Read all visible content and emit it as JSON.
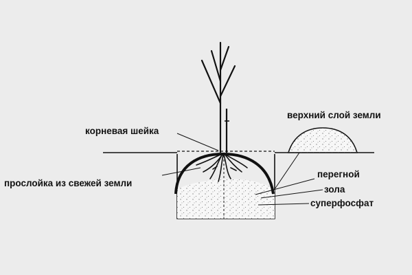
{
  "labels": {
    "root_collar": "корневая шейка",
    "topsoil": "верхний слой земли",
    "fresh_soil_layer": "прослойка из свежей земли",
    "humus": "перегной",
    "ash": "зола",
    "superphosphate": "суперфосфат"
  },
  "colors": {
    "background": "#ececec",
    "ink": "#111111",
    "soil_fill": "#f7f7f7",
    "speckle": "#555555"
  }
}
